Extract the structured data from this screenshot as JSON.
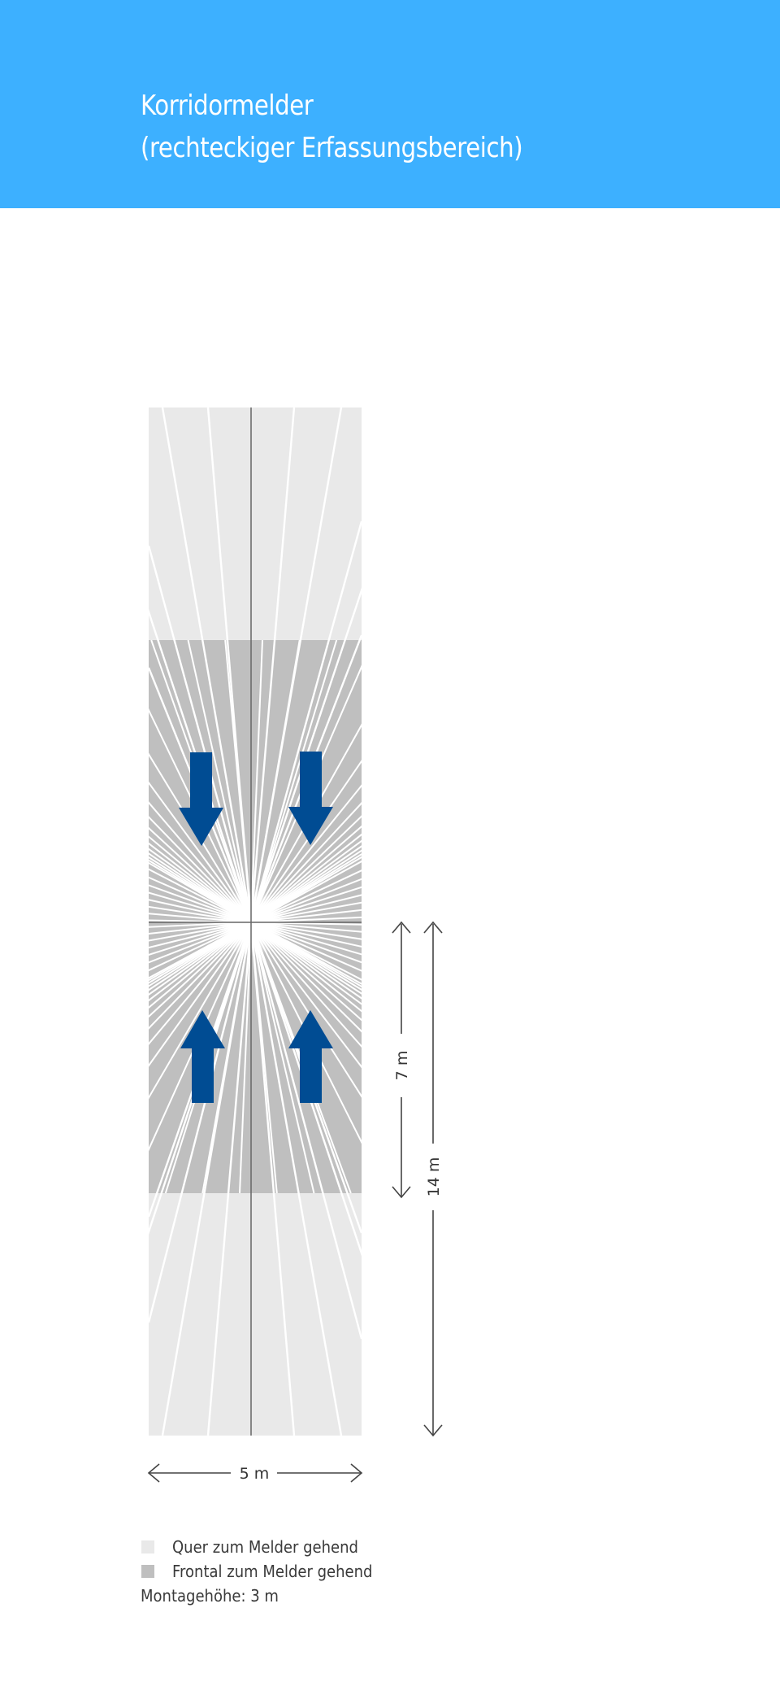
{
  "header": {
    "title_line1": "Korridormelder",
    "title_line2": "(rechteckiger Erfassungsbereich)",
    "background_color": "#3db0ff"
  },
  "diagram": {
    "zone_light_color": "#e9e9e9",
    "zone_dark_color": "#bfbfbf",
    "arrow_color": "#004c93",
    "axis_color": "#666666",
    "arrows": [
      {
        "position": "top-left",
        "direction": "down"
      },
      {
        "position": "top-right",
        "direction": "down"
      },
      {
        "position": "bottom-left",
        "direction": "up"
      },
      {
        "position": "bottom-right",
        "direction": "up"
      }
    ],
    "dimensions": {
      "width_label": "5 m",
      "half_length_label": "7 m",
      "full_length_label": "14 m"
    }
  },
  "legend": {
    "items": [
      {
        "label": "Quer zum Melder gehend",
        "color": "#e9e9e9"
      },
      {
        "label": "Frontal zum Melder gehend",
        "color": "#bfbfbf"
      }
    ],
    "mounting_height": "Montagehöhe: 3 m"
  }
}
